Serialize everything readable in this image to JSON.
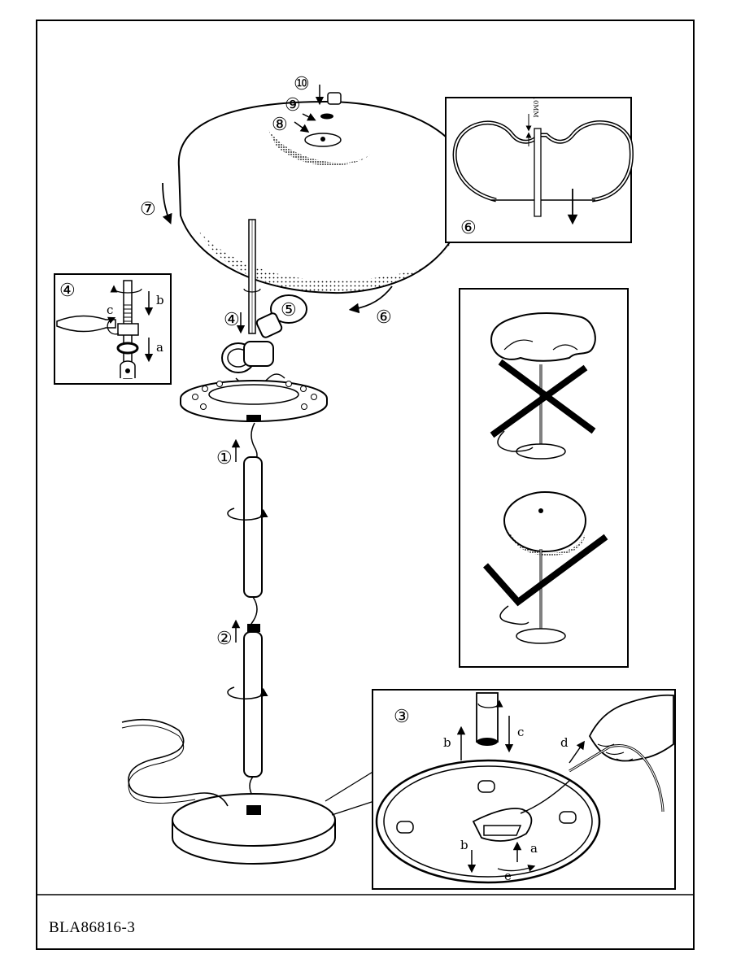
{
  "document": {
    "code": "BLA86816-3"
  },
  "callouts": {
    "c1": "①",
    "c2": "②",
    "c3": "③",
    "c4": "④",
    "c5": "⑤",
    "c6": "⑥",
    "c7": "⑦",
    "c8": "⑧",
    "c9": "⑨",
    "c10": "⑩"
  },
  "detail_labels": {
    "a": "a",
    "b": "b",
    "c": "c",
    "d": "d",
    "e": "e",
    "mm": "10MM"
  },
  "colors": {
    "ink": "#000000",
    "paper": "#ffffff"
  }
}
